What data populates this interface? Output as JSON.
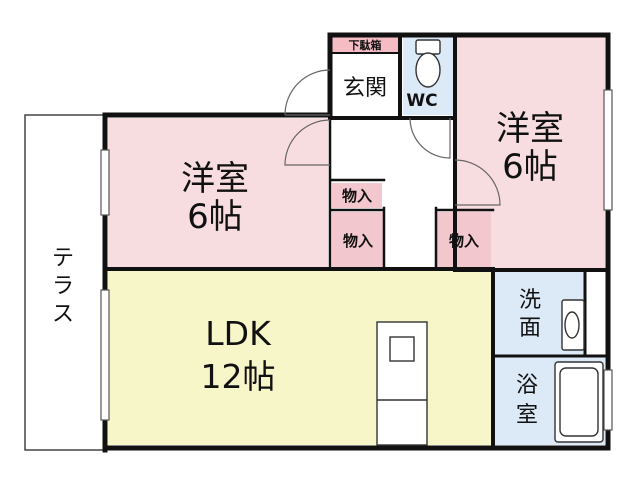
{
  "colors": {
    "western_room": "#f8dde0",
    "ldk": "#f7f6c9",
    "wet_area": "#dce9f7",
    "closet": "#f2c7cd",
    "shoe_box": "#f5bcc4",
    "terrace": "#ffffff",
    "wall": "#111111"
  },
  "rooms": {
    "western_left": {
      "line1": "洋室",
      "line2": "6帖"
    },
    "western_right": {
      "line1": "洋室",
      "line2": "6帖"
    },
    "ldk": {
      "line1": "LDK",
      "line2": "12帖"
    },
    "washroom": {
      "line1": "洗",
      "line2": "面"
    },
    "bathroom": {
      "line1": "浴",
      "line2": "室"
    },
    "wc": "WC",
    "entrance": "玄関",
    "shoe_box": "下駄箱",
    "terrace": [
      "テ",
      "ラ",
      "ス"
    ],
    "closet_top": "物入",
    "closet_left": "物入",
    "closet_right": "物入"
  },
  "icons": [
    "toilet-icon",
    "washbasin-icon",
    "bathtub-icon",
    "kitchen-sink-icon",
    "door-swing-icon",
    "window-icon"
  ]
}
